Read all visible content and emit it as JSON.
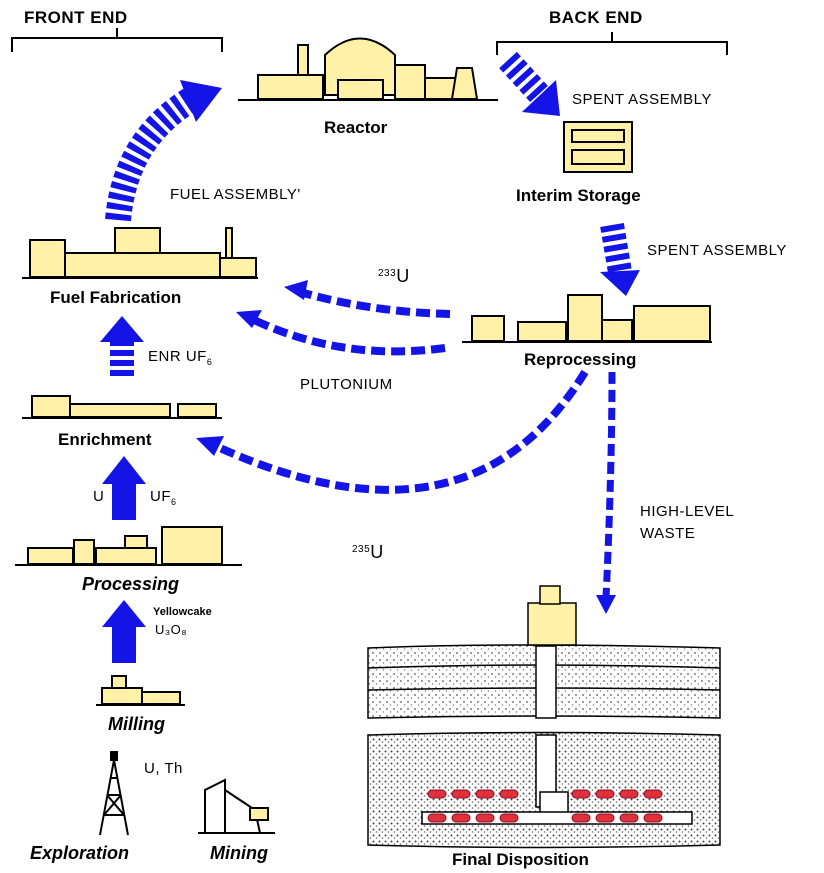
{
  "headers": {
    "front_end": "FRONT END",
    "back_end": "BACK END"
  },
  "stages": {
    "reactor": "Reactor",
    "interim_storage": "Interim Storage",
    "fuel_fabrication": "Fuel Fabrication",
    "reprocessing": "Reprocessing",
    "enrichment": "Enrichment",
    "processing": "Processing",
    "milling": "Milling",
    "exploration": "Exploration",
    "mining": "Mining",
    "final_disposition": "Final Disposition"
  },
  "flows": {
    "spent_assembly_1": "SPENT ASSEMBLY",
    "spent_assembly_2": "SPENT ASSEMBLY",
    "fuel_assembly": "FUEL ASSEMBLY'",
    "u233_mass": "233",
    "u233_sym": "U",
    "plutonium": "PLUTONIUM",
    "enr_uf6": "ENR UF",
    "enr_uf6_sub": "6",
    "u": "U",
    "uf6": "UF",
    "uf6_sub": "6",
    "u235_mass": "235",
    "u235_sym": "U",
    "high_level_waste_1": "HIGH-LEVEL",
    "high_level_waste_2": "WASTE",
    "yellowcake": "Yellowcake",
    "u3o8": "U₃O₈",
    "u_th": "U, Th"
  },
  "colors": {
    "arrow": "#1414e6",
    "building": "#fff2a8",
    "outline": "#000000",
    "canister": "#e0303c"
  }
}
